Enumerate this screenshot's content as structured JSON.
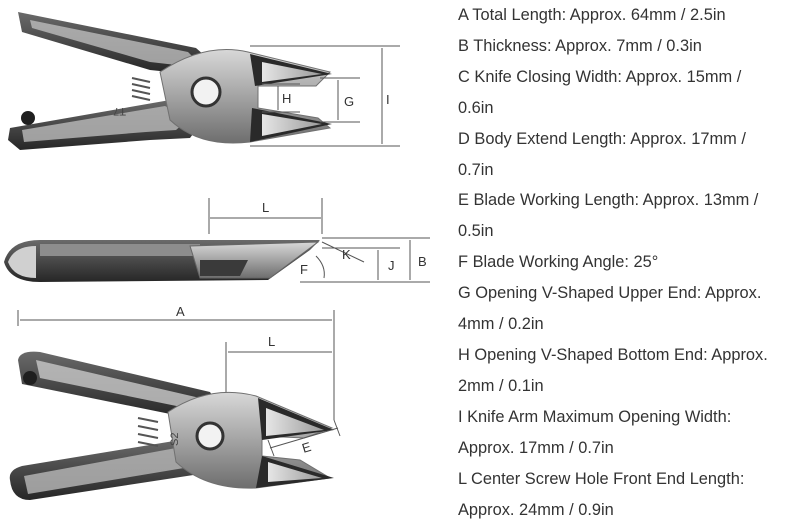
{
  "diagram": {
    "labels": {
      "a": "A",
      "b": "B",
      "e": "E",
      "f": "F",
      "g": "G",
      "h": "H",
      "i": "I",
      "j": "J",
      "k": "K",
      "l_side": "L",
      "l_bottom": "L"
    },
    "stamps": {
      "top": "T7",
      "bottom": "S2"
    }
  },
  "specs": [
    "A Total Length: Approx. 64mm / 2.5in",
    "B Thickness: Approx. 7mm / 0.3in",
    "C Knife Closing Width: Approx. 15mm /",
    "0.6in",
    "D Body Extend Length: Approx. 17mm /",
    "0.7in",
    "E Blade Working Length: Approx. 13mm /",
    "0.5in",
    "F Blade Working Angle: 25°",
    "G Opening V-Shaped Upper End: Approx.",
    "4mm / 0.2in",
    "H Opening V-Shaped Bottom End: Approx.",
    "2mm / 0.1in",
    "I Knife Arm Maximum Opening Width:",
    "Approx. 17mm / 0.7in",
    "L Center Screw Hole Front End Length:",
    "Approx. 24mm / 0.9in"
  ]
}
